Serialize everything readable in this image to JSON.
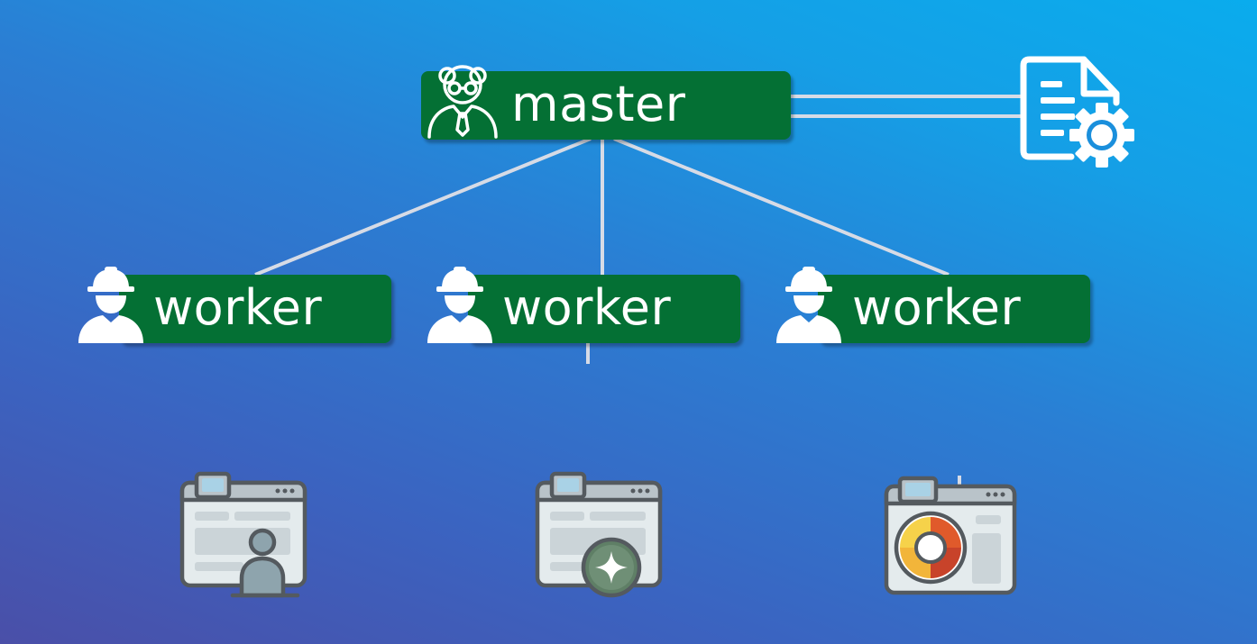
{
  "diagram": {
    "master": {
      "label": "master",
      "icon": "teacher-icon"
    },
    "workers": [
      {
        "label": "worker",
        "icon": "construction-worker-icon"
      },
      {
        "label": "worker",
        "icon": "construction-worker-icon"
      },
      {
        "label": "worker",
        "icon": "construction-worker-icon"
      }
    ],
    "config_icon": "document-settings-icon",
    "apps": [
      {
        "icon": "browser-user-icon"
      },
      {
        "icon": "browser-star-icon"
      },
      {
        "icon": "browser-chart-icon"
      }
    ],
    "colors": {
      "node_fill": "#047034",
      "connector": "#d6dbe6",
      "icon_white": "#ffffff",
      "app_outline": "#545a5f",
      "app_fill": "#e4ebed"
    }
  }
}
